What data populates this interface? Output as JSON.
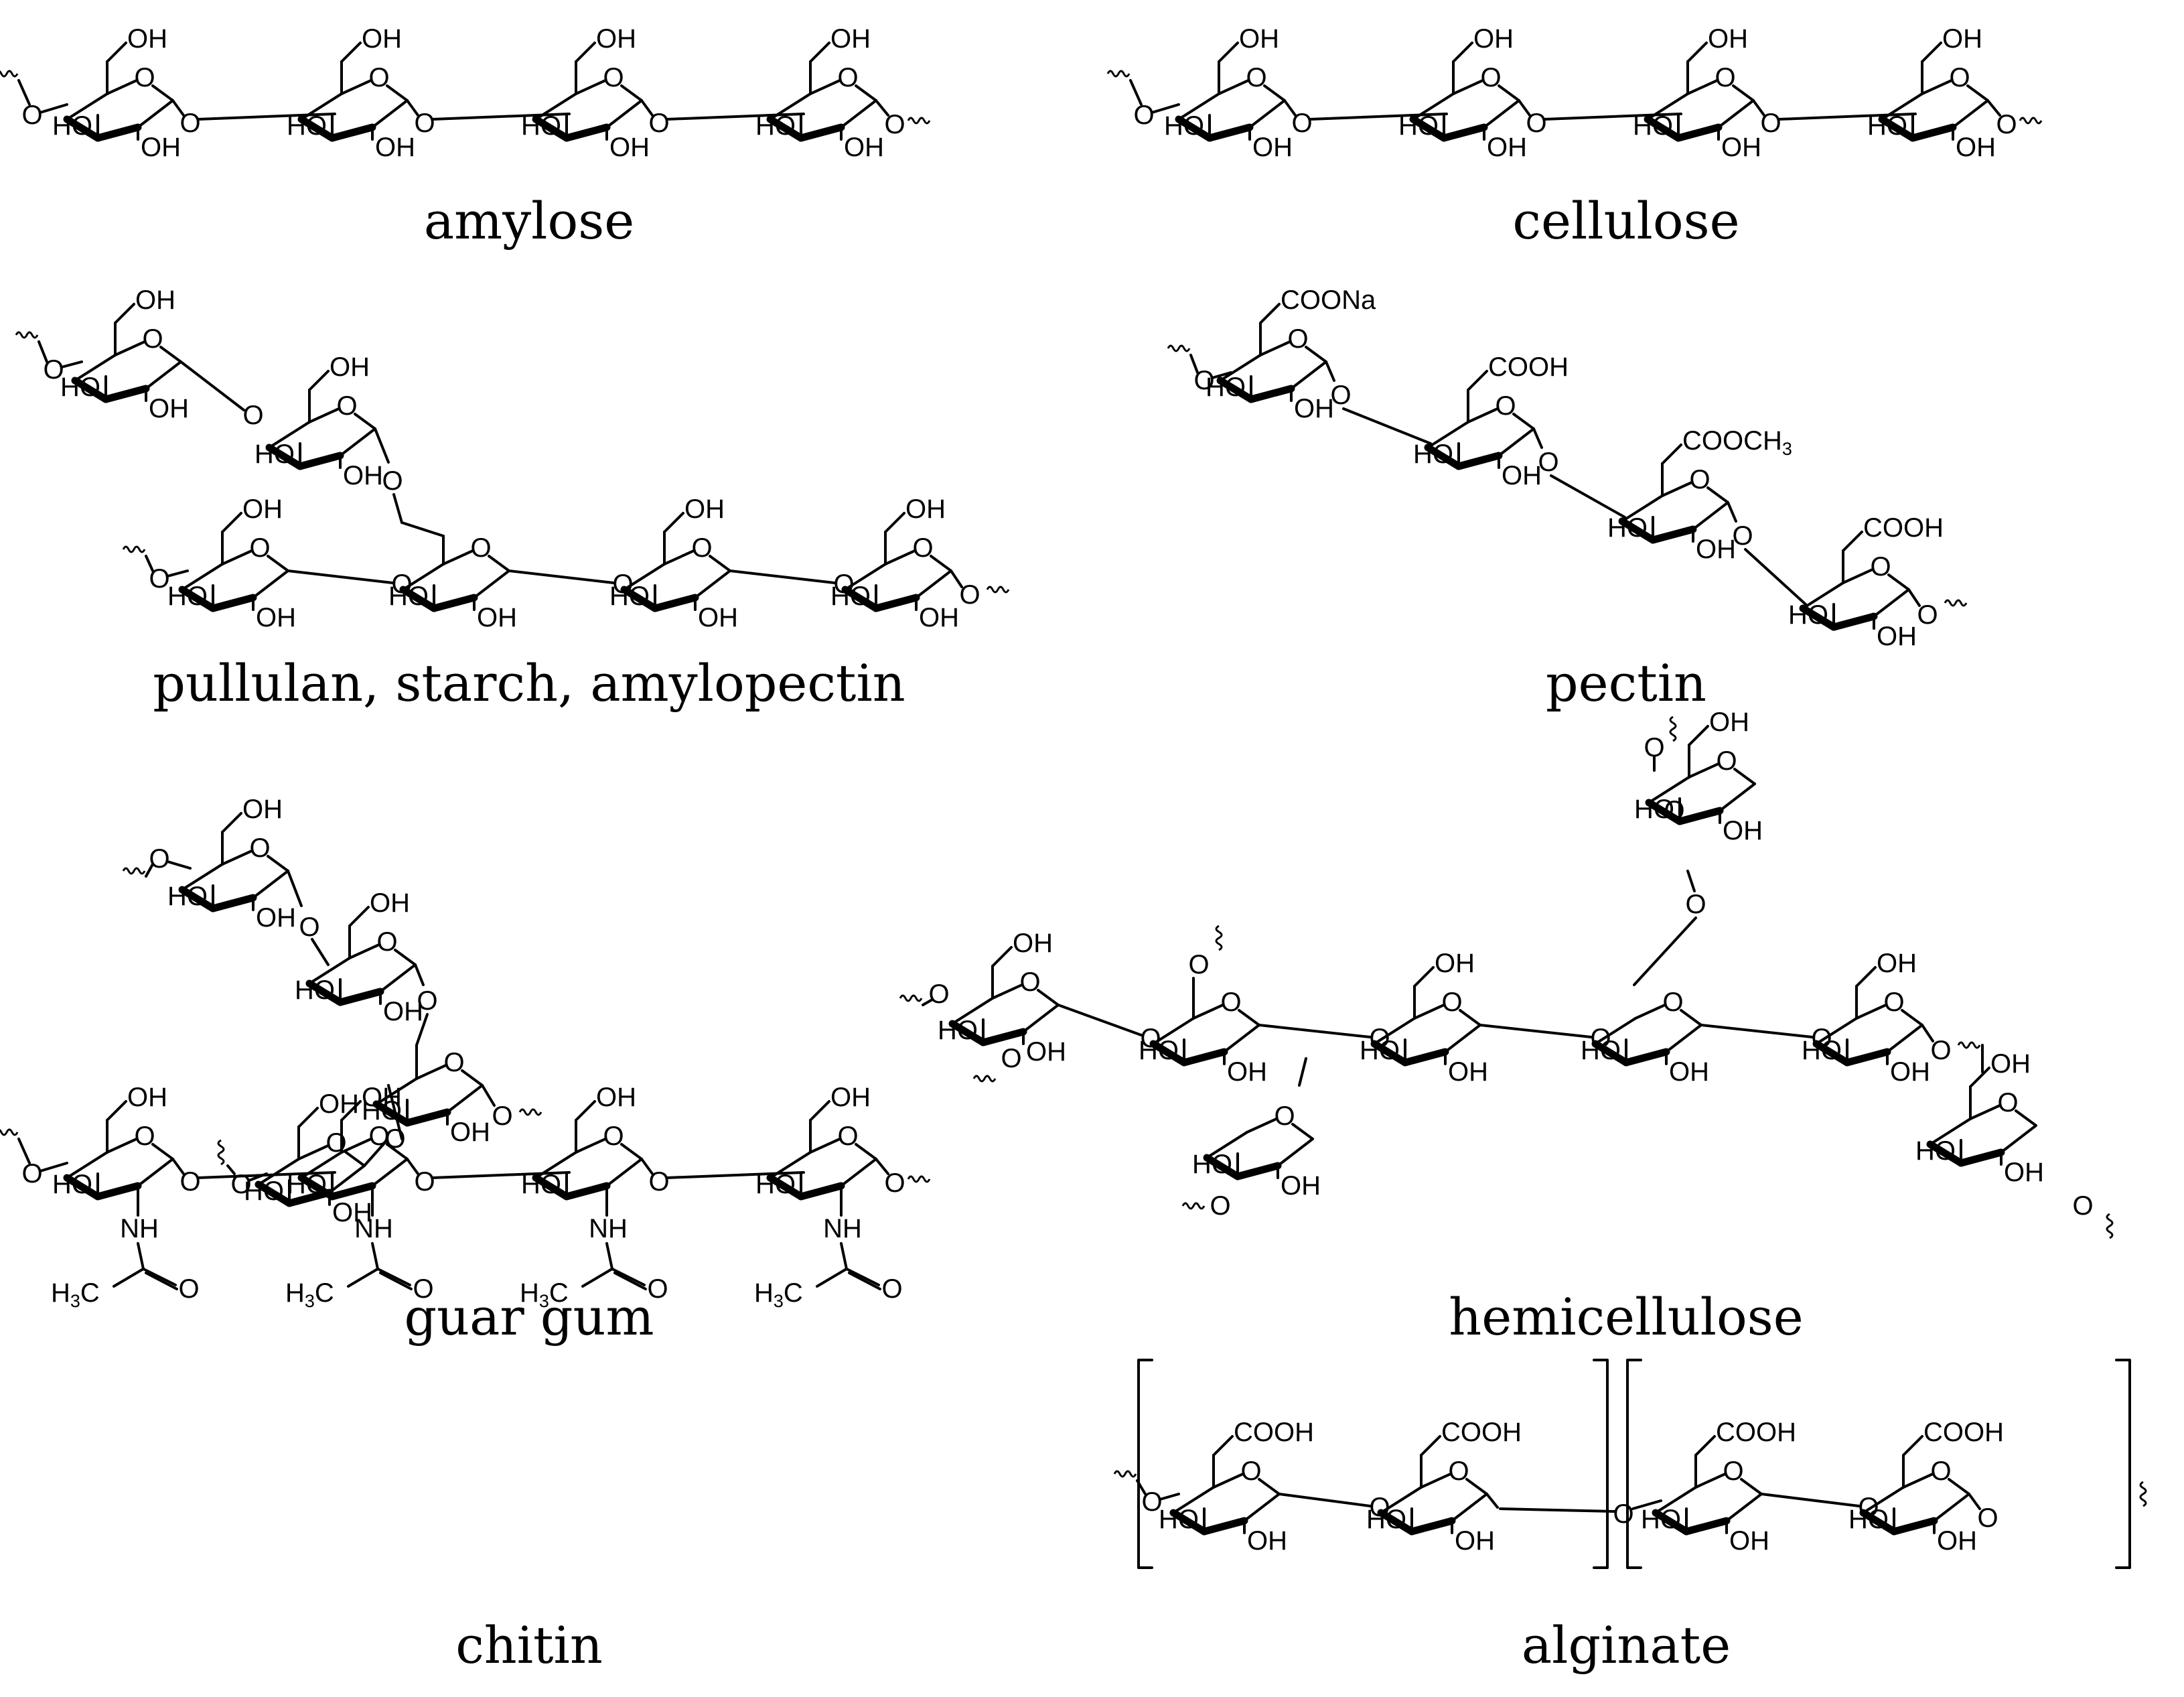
{
  "panels": [
    {
      "key": "amylose",
      "caption": "amylose"
    },
    {
      "key": "cellulose",
      "caption": "cellulose"
    },
    {
      "key": "pullulan",
      "caption": "pullulan, starch, amylopectin"
    },
    {
      "key": "pectin",
      "caption": "pectin"
    },
    {
      "key": "guar",
      "caption": "guar gum"
    },
    {
      "key": "hemicellulose",
      "caption": "hemicellulose"
    },
    {
      "key": "chitin",
      "caption": "chitin"
    },
    {
      "key": "alginate",
      "caption": "alginate"
    }
  ],
  "atoms": {
    "oxygen": "O",
    "hydroxyl": "OH",
    "hydroxyl_left": "HO",
    "carboxyl": "COOH",
    "carboxylate_sodium": "COONa",
    "methyl_ester": "COOCH3",
    "amine": "NH",
    "methyl": "H3C",
    "carbonyl_oxygen": "O"
  }
}
